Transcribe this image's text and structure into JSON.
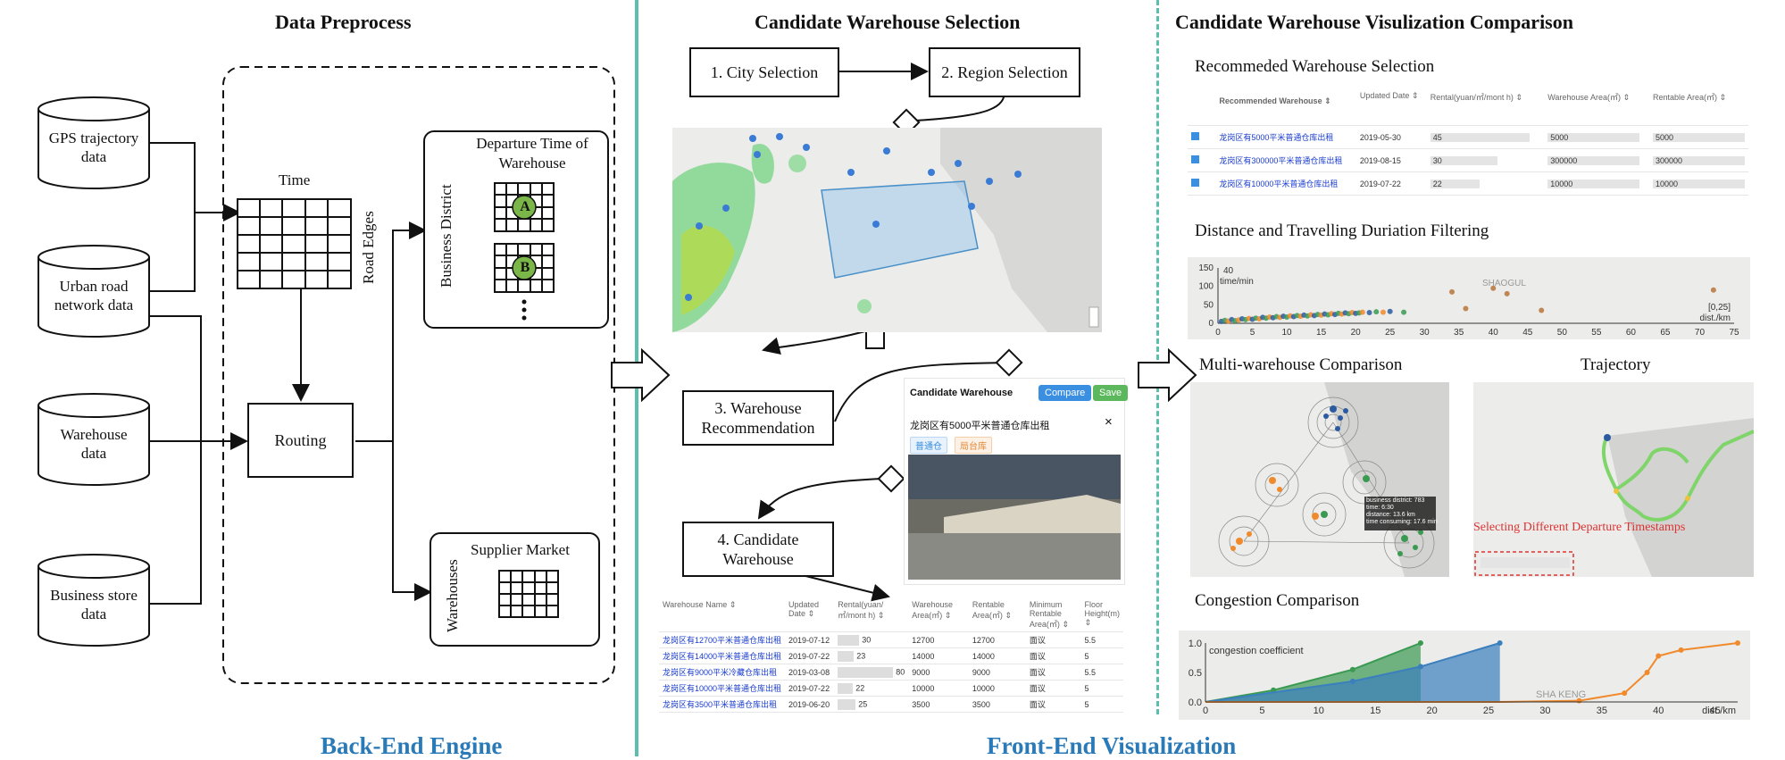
{
  "backend": {
    "title": "Data Preprocess",
    "engine_label": "Back-End Engine",
    "sources": [
      "GPS trajectory\ndata",
      "Urban road\nnetwork data",
      "Warehouse\ndata",
      "Business store\ndata"
    ],
    "time_label": "Time",
    "road_edges_label": "Road Edges",
    "routing_label": "Routing",
    "departure_title": "Departure Time of Warehouse",
    "business_district_label": "Business District",
    "badge_a": "A",
    "badge_b": "B",
    "supplier_title": "Supplier Market",
    "warehouses_label": "Warehouses"
  },
  "middle": {
    "title": "Candidate Warehouse Selection",
    "steps": [
      "1. City Selection",
      "2. Region Selection",
      "3. Warehouse\nRecommendation",
      "4. Candidate\nWarehouse"
    ],
    "panel": {
      "title": "Candidate Warehouse",
      "compare": "Compare",
      "save": "Save",
      "warehouse_name": "龙岗区有5000平米普通仓库出租",
      "close": "×",
      "tag1": "普通仓",
      "tag2": "局台库"
    },
    "table": {
      "headers": [
        "Warehouse Name ⇕",
        "Updated Date ⇕",
        "Rental(yuan/㎡/mont h) ⇕",
        "Warehouse Area(㎡) ⇕",
        "Rentable Area(㎡) ⇕",
        "Minimum Rentable Area(㎡) ⇕",
        "Floor Height(m) ⇕"
      ],
      "rows": [
        [
          "龙岗区有12700平米普通仓库出租",
          "2019-07-12",
          "30",
          "12700",
          "12700",
          "面议",
          "5.5"
        ],
        [
          "龙岗区有14000平米普通仓库出租",
          "2019-07-22",
          "23",
          "14000",
          "14000",
          "面议",
          "5"
        ],
        [
          "龙岗区有9000平米冷藏仓库出租",
          "2019-03-08",
          "80",
          "9000",
          "9000",
          "面议",
          "5.5"
        ],
        [
          "龙岗区有10000平米普通仓库出租",
          "2019-07-22",
          "22",
          "10000",
          "10000",
          "面议",
          "5"
        ],
        [
          "龙岗区有3500平米普通仓库出租",
          "2019-06-20",
          "25",
          "3500",
          "3500",
          "面议",
          "5"
        ]
      ]
    }
  },
  "right": {
    "title": "Candidate Warehouse Visulization Comparison",
    "engine_label": "Front-End Visualization",
    "rec_title": "Recommeded Warehouse Selection",
    "rec_table": {
      "headers": [
        "Recommended Warehouse ⇕",
        "Updated Date ⇕",
        "Rental(yuan/㎡/mont h) ⇕",
        "Warehouse Area(㎡) ⇕",
        "Rentable Area(㎡) ⇕"
      ],
      "rows": [
        [
          "龙岗区有5000平米普通仓库出租",
          "2019-05-30",
          "45",
          "5000",
          "5000"
        ],
        [
          "龙岗区有300000平米普通仓库出租",
          "2019-08-15",
          "30",
          "300000",
          "300000"
        ],
        [
          "龙岗区有10000平米普通仓库出租",
          "2019-07-22",
          "22",
          "10000",
          "10000"
        ]
      ]
    },
    "filter_title": "Distance and Travelling Duriation Filtering",
    "multi_title": "Multi-warehouse Comparison",
    "traj_title": "Trajectory",
    "traj_caption": "Selecting Different Departure Timestamps",
    "tooltip": [
      "business district: 783",
      "time: 6:30",
      "distance: 13.6 km",
      "time consuming: 17.6 min"
    ],
    "congestion_title": "Congestion Comparison",
    "map_labels": [
      "SHAOGUL",
      "SHA KENG"
    ]
  },
  "chart_data": [
    {
      "type": "scatter",
      "title": "",
      "xlabel": "dist./km",
      "ylabel": "time/min",
      "y_marker": "40",
      "range_label": "[0,25]",
      "xlim": [
        0,
        75
      ],
      "ylim": [
        0,
        150
      ],
      "xticks": [
        0,
        5,
        10,
        15,
        20,
        25,
        30,
        35,
        40,
        45,
        50,
        55,
        60,
        65,
        70,
        75
      ],
      "yticks": [
        0,
        50,
        100,
        150
      ],
      "points": [
        [
          0.5,
          5
        ],
        [
          1,
          8
        ],
        [
          1.5,
          6
        ],
        [
          2,
          10
        ],
        [
          2.5,
          7
        ],
        [
          3,
          9
        ],
        [
          3.5,
          12
        ],
        [
          4,
          10
        ],
        [
          4.5,
          13
        ],
        [
          5,
          11
        ],
        [
          5.5,
          14
        ],
        [
          6,
          12
        ],
        [
          6.5,
          16
        ],
        [
          7,
          14
        ],
        [
          7.5,
          17
        ],
        [
          8,
          15
        ],
        [
          8.5,
          18
        ],
        [
          9,
          16
        ],
        [
          9.5,
          19
        ],
        [
          10,
          17
        ],
        [
          10.5,
          20
        ],
        [
          11,
          18
        ],
        [
          11.5,
          21
        ],
        [
          12,
          19
        ],
        [
          12.5,
          22
        ],
        [
          13,
          20
        ],
        [
          13.5,
          23
        ],
        [
          14,
          21
        ],
        [
          14.5,
          24
        ],
        [
          15,
          22
        ],
        [
          15.5,
          25
        ],
        [
          16,
          23
        ],
        [
          16.5,
          26
        ],
        [
          17,
          24
        ],
        [
          17.5,
          27
        ],
        [
          18,
          25
        ],
        [
          18.5,
          28
        ],
        [
          19,
          26
        ],
        [
          19.5,
          29
        ],
        [
          20,
          27
        ],
        [
          20.5,
          28
        ],
        [
          21,
          30
        ],
        [
          22,
          29
        ],
        [
          23,
          31
        ],
        [
          24,
          30
        ],
        [
          25,
          32
        ],
        [
          27,
          30
        ],
        [
          34,
          85
        ],
        [
          36,
          40
        ],
        [
          40,
          95
        ],
        [
          42,
          80
        ],
        [
          47,
          35
        ],
        [
          72,
          90
        ]
      ]
    },
    {
      "type": "area",
      "title": "",
      "ylabel": "congestion coefficient",
      "xlabel": "dist./km",
      "xlim": [
        0,
        47
      ],
      "ylim": [
        0,
        1
      ],
      "xticks": [
        0,
        5,
        10,
        15,
        20,
        25,
        30,
        35,
        40,
        45
      ],
      "yticks": [
        0.0,
        0.5,
        1.0
      ],
      "series": [
        {
          "color": "#3a9a52",
          "x": [
            0,
            6,
            13,
            19,
            19
          ],
          "y": [
            0,
            0.2,
            0.55,
            1.0,
            0
          ]
        },
        {
          "color": "#3b7fbd",
          "x": [
            0,
            13,
            19,
            26,
            26
          ],
          "y": [
            0,
            0.35,
            0.6,
            1.0,
            0
          ]
        },
        {
          "color": "#f08a2c",
          "x": [
            0,
            26,
            33,
            37,
            39,
            40,
            42,
            47
          ],
          "y": [
            0,
            0,
            0.02,
            0.15,
            0.5,
            0.78,
            0.88,
            1.0
          ]
        }
      ]
    }
  ]
}
